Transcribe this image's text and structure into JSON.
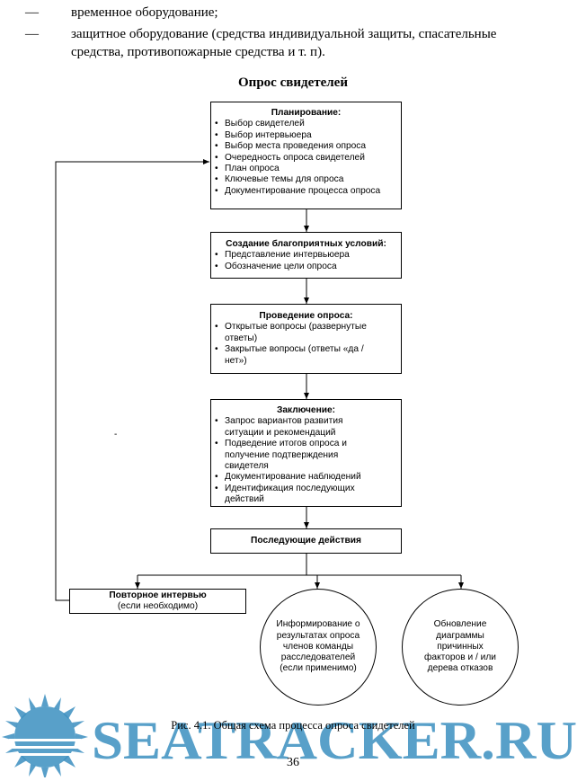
{
  "intro_list": [
    {
      "marker": "—",
      "lines": [
        "временное оборудование;"
      ]
    },
    {
      "marker": "—",
      "lines": [
        "защитное оборудование (средства индивидуальной защиты, спасательные",
        "средства, противопожарные средства и т. п)."
      ]
    }
  ],
  "diagram": {
    "title": "Опрос свидетелей",
    "planning": {
      "heading": "Планирование:",
      "items": [
        "Выбор свидетелей",
        "Выбор интервьюера",
        "Выбор места проведения опроса",
        "Очередность опроса свидетелей",
        "План опроса",
        "Ключевые темы для опроса",
        "Документирование процесса опроса"
      ]
    },
    "conditions": {
      "heading": "Создание благоприятных условий:",
      "items": [
        "Представление интервьюера",
        "Обозначение цели опроса"
      ]
    },
    "conducting": {
      "heading": "Проведение опроса:",
      "items": [
        "Открытые вопросы (развернутые ответы)",
        "Закрытые вопросы (ответы «да / нет»)"
      ]
    },
    "conclusion": {
      "heading": "Заключение:",
      "items": [
        "Запрос вариантов развития ситуации и рекомендаций",
        "Подведение итогов опроса и получение подтверждения свидетеля",
        "Документирование наблюдений",
        "Идентификация последующих действий"
      ]
    },
    "followup": {
      "heading": "Последующие действия"
    },
    "reinterview": {
      "heading": "Повторное интервью",
      "note": "(если необходимо)"
    },
    "inform": {
      "text": "Информирование о результатах опроса членов команды расследователей (если применимо)"
    },
    "update": {
      "text": "Обновление диаграммы причинных факторов и / или дерева отказов"
    },
    "stray_mark": "-"
  },
  "caption": "Рис. 4.1. Общая схема процесса опроса свидетелей",
  "page_number": "36",
  "watermark": {
    "text": "SEATRACKER.RU",
    "color": "#3b8fc0"
  }
}
